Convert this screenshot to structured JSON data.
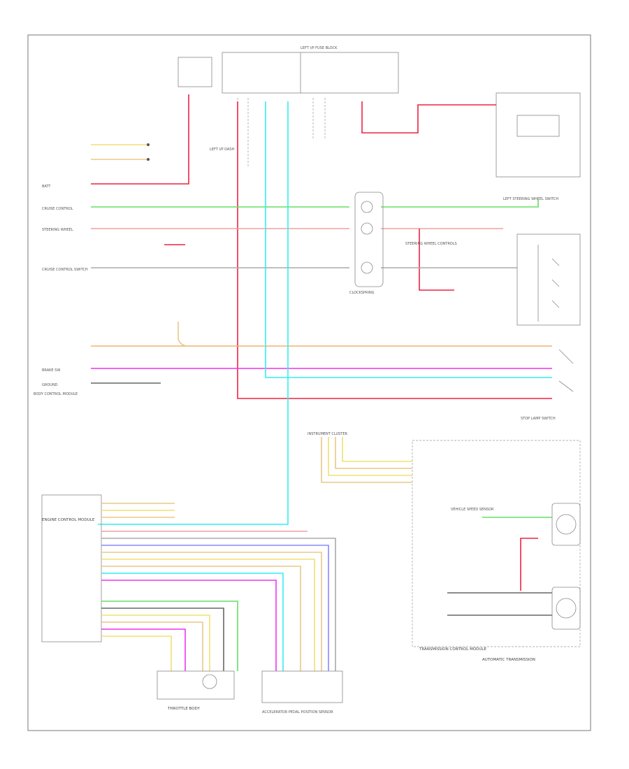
{
  "diagram": {
    "labels": {
      "l1": "BODY CONTROL MODULE",
      "l2": "LEFT I/P DASH",
      "l3": "LEFT I/P FUSE BLOCK",
      "l4": "STEERING WHEEL CONTROLS",
      "l5": "BATT",
      "l6": "CRUISE CONTROL",
      "l7": "STEERING WHEEL",
      "l8": "CRUISE CONTROL SWITCH",
      "l9": "BRAKE SW",
      "l10": "GROUND",
      "l11": "ENGINE CONTROL MODULE",
      "l12": "THROTTLE BODY",
      "l13": "TRANSMISSION CONTROL MODULE",
      "l14": "AUTOMATIC TRANSMISSION",
      "l15": "VEHICLE SPEED SENSOR",
      "l16": "STOP LAMP SWITCH",
      "l17": "ACCELERATOR PEDAL POSITION SENSOR",
      "l18": "LEFT STEERING WHEEL SWITCH",
      "l19": "CLOCKSPRING",
      "l20": "INSTRUMENT CLUSTER"
    }
  }
}
